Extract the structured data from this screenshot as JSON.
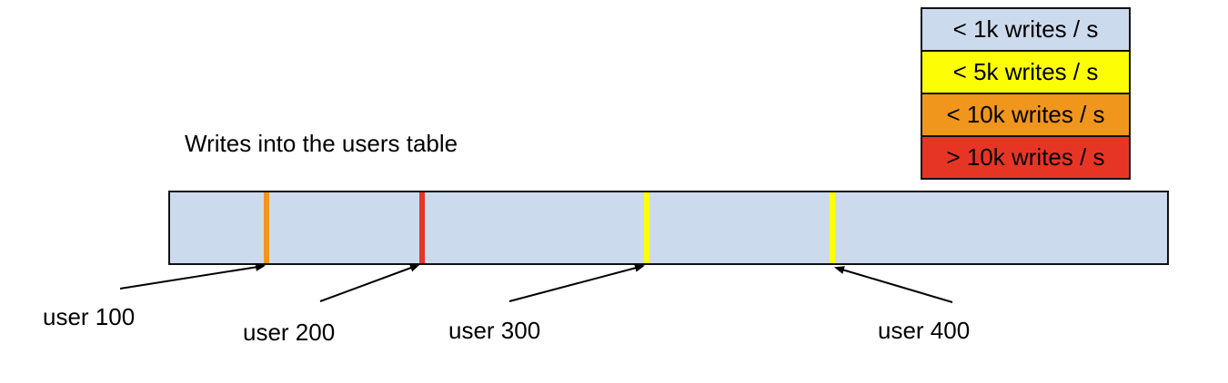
{
  "title": "Writes into the users table",
  "legend": {
    "items": [
      {
        "label": "< 1k writes / s",
        "color": "#ccdaee"
      },
      {
        "label": "< 5k writes / s",
        "color": "#fdfd06"
      },
      {
        "label": "< 10k writes / s",
        "color": "#f0961d"
      },
      {
        "label": "> 10k writes / s",
        "color": "#e73525"
      }
    ]
  },
  "bar": {
    "fill": "#ccdaee",
    "markers": [
      {
        "user": "user 100",
        "color": "#f0961d"
      },
      {
        "user": "user 200",
        "color": "#e73525"
      },
      {
        "user": "user 300",
        "color": "#fdfd06"
      },
      {
        "user": "user 400",
        "color": "#fdfd06"
      }
    ]
  },
  "labels": {
    "user100": "user 100",
    "user200": "user 200",
    "user300": "user 300",
    "user400": "user 400"
  }
}
